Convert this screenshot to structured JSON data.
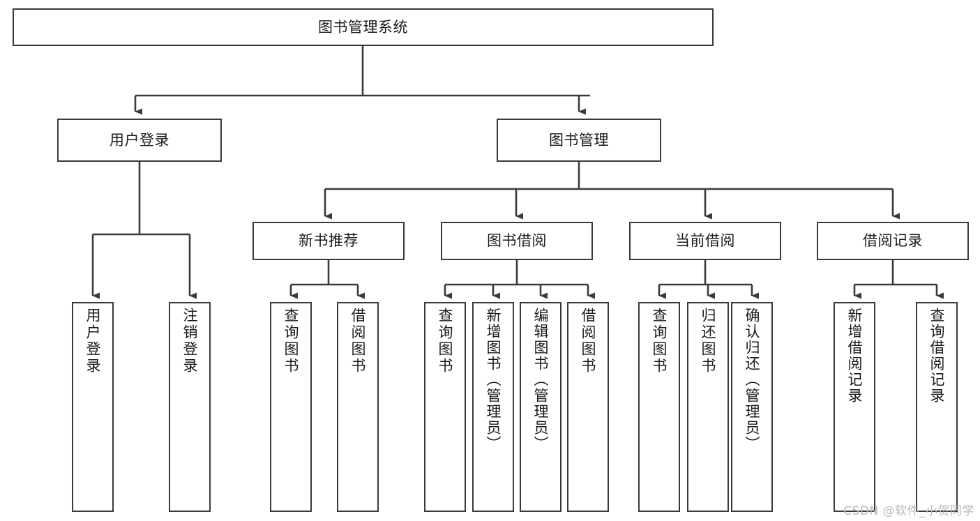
{
  "diagram": {
    "title": "图书管理系统",
    "type": "functional-structure-tree",
    "watermark": "CSDN @软件_小贺同学",
    "colors": {
      "box_border": "#3a3a3a",
      "box_fill": "#ffffff",
      "edge": "#3a3a3a",
      "text": "#1a1a1a",
      "watermark": "#b9b9b9"
    }
  },
  "nodes": {
    "root": {
      "label": "图书管理系统"
    },
    "level2": [
      {
        "label": "用户登录"
      },
      {
        "label": "图书管理"
      }
    ],
    "level3": [
      {
        "label": "新书推荐"
      },
      {
        "label": "图书借阅"
      },
      {
        "label": "当前借阅"
      },
      {
        "label": "借阅记录"
      }
    ],
    "leaves": {
      "user_login": [
        {
          "label": "用户登录"
        },
        {
          "label": "注销登录"
        }
      ],
      "new_book_recommend": [
        {
          "label": "查询图书"
        },
        {
          "label": "借阅图书"
        }
      ],
      "book_borrow": [
        {
          "label": "查询图书"
        },
        {
          "label": "新增图书（管理员）"
        },
        {
          "label": "编辑图书（管理员）"
        },
        {
          "label": "借阅图书"
        }
      ],
      "current_borrow": [
        {
          "label": "查询图书"
        },
        {
          "label": "归还图书"
        },
        {
          "label": "确认归还（管理员）"
        }
      ],
      "borrow_record": [
        {
          "label": "新增借阅记录"
        },
        {
          "label": "查询借阅记录"
        }
      ]
    }
  }
}
